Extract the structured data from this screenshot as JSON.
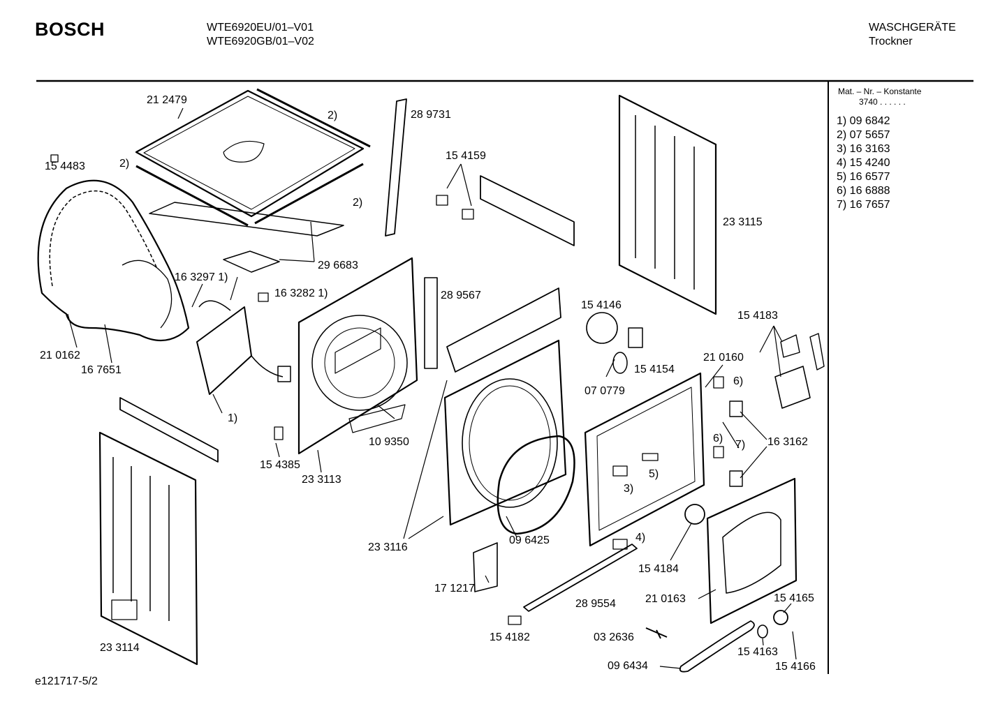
{
  "header": {
    "brand": "BOSCH",
    "models": [
      "WTE6920EU/01–V01",
      "WTE6920GB/01–V02"
    ],
    "category": "WASCHGERÄTE",
    "subcategory": "Trockner"
  },
  "legend": {
    "title": "Mat. – Nr. – Konstante",
    "constant": "3740  .  .    .  .  .  .",
    "items": [
      "1) 09 6842",
      "2) 07 5657",
      "3) 16 3163",
      "4) 15 4240",
      "5) 16 6577",
      "6) 16 6888",
      "7) 16 7657"
    ]
  },
  "labels": [
    "21 2479",
    "2)",
    "28 9731",
    "15 4483",
    "2)",
    "2)",
    "15 4159",
    "23 3115",
    "29 6683",
    "16 3297 1)",
    "16 3282 1)",
    "28 9567",
    "15 4146",
    "15 4183",
    "21 0162",
    "16 7651",
    "15 4154",
    "21 0160",
    "6)",
    "07 0779",
    "1)",
    "10 9350",
    "16 3162",
    "6)",
    "7)",
    "15 4385",
    "23 3113",
    "5)",
    "3)",
    "23 3116",
    "4)",
    "09 6425",
    "15 4184",
    "17 1217",
    "21 0163",
    "15 4165",
    "28 9554",
    "15 4182",
    "03 2636",
    "15 4163",
    "23 3114",
    "09 6434",
    "15 4166"
  ],
  "footer": {
    "code": "e121717-5/2"
  }
}
